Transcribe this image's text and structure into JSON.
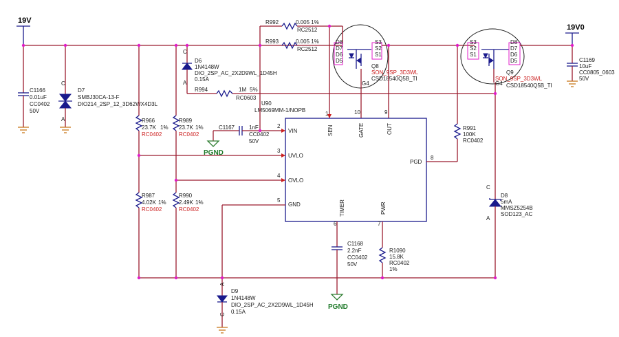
{
  "rails": {
    "left": "19V",
    "right": "19V0"
  },
  "gnd_labels": {
    "pgnd1": "PGND",
    "pgnd2": "PGND"
  },
  "parts": {
    "c1166": {
      "ref": "C1166",
      "value": "0.01uF",
      "pkg": "CC0402",
      "volt": "50V"
    },
    "d7": {
      "ref": "D7",
      "value": "SMBJ30CA-13-F",
      "pkg": "DIO214_2SP_12_3D62WX4D3L",
      "pin_c": "C",
      "pin_a": "A"
    },
    "d6": {
      "ref": "D6",
      "value": "1N4148W",
      "pkg": "DIO_2SP_AC_2X2D9WL_1D45H",
      "current": "0.15A",
      "pin_c": "C",
      "pin_a": "A"
    },
    "r992": {
      "ref": "R992",
      "value": "0.005 1%",
      "pkg": "RC2512"
    },
    "r993": {
      "ref": "R993",
      "value": "0.005 1%",
      "pkg": "RC2512"
    },
    "r994": {
      "ref": "R994",
      "value": "1M",
      "tol": "5%",
      "pkg": "RC0603"
    },
    "q8": {
      "ref": "Q8",
      "pkg": "SON_9SP_3D3WL",
      "value": "CSD18540Q5B_TI",
      "pins": [
        "D8",
        "D7",
        "D6",
        "D5",
        "S3",
        "S2",
        "S1",
        "G4"
      ]
    },
    "q9": {
      "ref": "Q9",
      "pkg": "SON_9SP_3D3WL",
      "value": "CSD18540Q5B_TI",
      "pins": [
        "S3",
        "S2",
        "S1",
        "D8",
        "D7",
        "D6",
        "D5",
        "G4"
      ]
    },
    "c1169": {
      "ref": "C1169",
      "value": "10uF",
      "pkg": "CC0805_0603",
      "volt": "50V"
    },
    "u90": {
      "ref": "U90",
      "value": "LM5069MM-1/NOPB",
      "pins": {
        "vin": "VIN",
        "uvlo": "UVLO",
        "ovlo": "OVLO",
        "gnd": "GND",
        "sen": "SEN",
        "gate": "GATE",
        "out": "OUT",
        "pgd": "PGD",
        "timer": "TIMER",
        "pwr": "PWR"
      },
      "pin_nums": {
        "vin": "2",
        "uvlo": "3",
        "ovlo": "4",
        "gnd": "5",
        "sen": "1",
        "gate": "10",
        "out": "9",
        "pgd": "8",
        "timer": "6",
        "pwr": "7"
      }
    },
    "c1167": {
      "ref": "C1167",
      "value": "1nF",
      "pkg": "CC0402",
      "volt": "50V"
    },
    "r966": {
      "ref": "R966",
      "value": "23.7K",
      "tol": "1%",
      "pkg": "RC0402"
    },
    "r989": {
      "ref": "R989",
      "value": "23.7K",
      "tol": "1%",
      "pkg": "RC0402"
    },
    "r987": {
      "ref": "R987",
      "value": "4.02K",
      "tol": "1%",
      "pkg": "RC0402"
    },
    "r990": {
      "ref": "R990",
      "value": "2.49K",
      "tol": "1%",
      "pkg": "RC0402"
    },
    "r991": {
      "ref": "R991",
      "value": "100K",
      "pkg": "RC0402"
    },
    "d8": {
      "ref": "D8",
      "value": "5mA",
      "part": "MMSZ5254B",
      "pkg": "SOD123_AC",
      "pin_c": "C",
      "pin_a": "A"
    },
    "c1168": {
      "ref": "C1168",
      "value": "2.2nF",
      "pkg": "CC0402",
      "volt": "50V"
    },
    "r1090": {
      "ref": "R1090",
      "value": "15.8K",
      "pkg": "RC0402",
      "tol": "1%"
    },
    "d9": {
      "ref": "D9",
      "value": "1N4148W",
      "pkg": "DIO_2SP_AC_2X2D9WL_1D45H",
      "current": "0.15A",
      "pin_a": "A",
      "pin_c": "C"
    }
  }
}
